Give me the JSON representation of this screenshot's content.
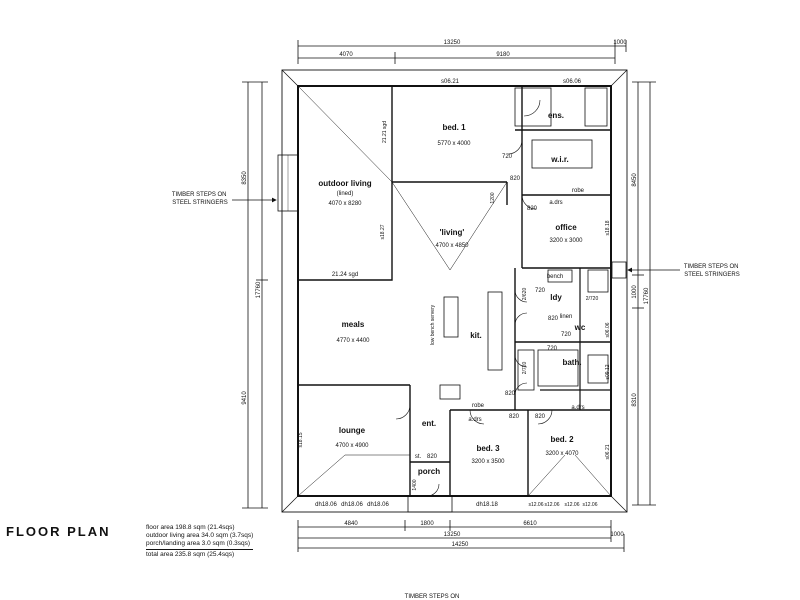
{
  "dimensions": {
    "top_total": "13250",
    "top_right_ext": "1000",
    "top_left": "4070",
    "top_right": "9180",
    "left_upper": "8350",
    "left_total": "17760",
    "left_lower": "9410",
    "right_upper": "8450",
    "right_total": "17760",
    "right_mid": "1000",
    "right_lower": "8310",
    "bottom_left": "4840",
    "bottom_mid": "1800",
    "bottom_right": "6610",
    "bottom_total_inner": "13250",
    "bottom_ext": "1000",
    "bottom_total": "14250"
  },
  "rooms": {
    "bed1": {
      "name": "bed. 1",
      "size": "5770 x 4000"
    },
    "ens": {
      "name": "ens."
    },
    "wir": {
      "name": "w.i.r."
    },
    "outdoor": {
      "name": "outdoor living",
      "note": "(lined)",
      "size": "4070 x 8280"
    },
    "living": {
      "name": "'living'",
      "size": "4700 x 4850"
    },
    "office": {
      "name": "office",
      "size": "3200 x 3000"
    },
    "meals": {
      "name": "meals",
      "size": "4770 x 4400"
    },
    "kit": {
      "name": "kit."
    },
    "ldy": {
      "name": "ldy"
    },
    "wc": {
      "name": "wc"
    },
    "bath": {
      "name": "bath."
    },
    "lounge": {
      "name": "lounge",
      "size": "4700 x 4900"
    },
    "ent": {
      "name": "ent."
    },
    "porch": {
      "name": "porch"
    },
    "bed3": {
      "name": "bed. 3",
      "size": "3200 x 3500"
    },
    "bed2": {
      "name": "bed. 2",
      "size": "3200 x 4070"
    }
  },
  "labels": {
    "s0621_top": "s06.21",
    "s0606": "s06.06",
    "sgd_upper": "21.21 sgd",
    "sgd_lower": "21.24 sgd",
    "s1827": "s18.27",
    "robe1": "robe",
    "robe3": "robe",
    "adrs1": "a.drs",
    "adrs3": "a.drs",
    "adrs2": "a.drs",
    "bench": "bench",
    "linen": "linen",
    "s0606_r": "s06.06",
    "s0912": "s09.12",
    "s0621_r": "s06.21",
    "s1818": "s18.18",
    "s1815": "s18.15",
    "low_bench": "low bench servery",
    "d820_a": "820",
    "d820_b": "820",
    "d820_c": "820",
    "d820_d": "820",
    "d820_e": "820",
    "d820_f": "820",
    "d720_a": "720",
    "d720_b": "720",
    "d720_c": "720",
    "d720_d": "720",
    "d2720": "2/720",
    "d2720_b": "2/720",
    "d2620": "2/620",
    "d1200": "1200",
    "st": "st.",
    "d820_g": "820",
    "d1400": "1400",
    "dh1806_a": "dh18.06",
    "dh1806_b": "dh18.06",
    "dh1806_c": "dh18.06",
    "dh1818": "dh18.18",
    "s1206_a": "s12.06",
    "s1206_b": "s12.06",
    "s1206_c": "s12.06",
    "s1206_d": "s12.06",
    "steps_left": "TIMBER STEPS ON\nSTEEL STRINGERS",
    "steps_right": "TIMBER STEPS ON\nSTEEL STRINGERS",
    "steps_bottom": "TIMBER STEPS ON"
  },
  "footer": {
    "title": "FLOOR PLAN",
    "area1": "floor area 198.8 sqm (21.4sqs)",
    "area2": "outdoor living area 34.0 sqm (3.7sqs)",
    "area3": "porch/landing area 3.0 sqm (0.3sqs)",
    "total": "total area 235.8 sqm (25.4sqs)"
  }
}
